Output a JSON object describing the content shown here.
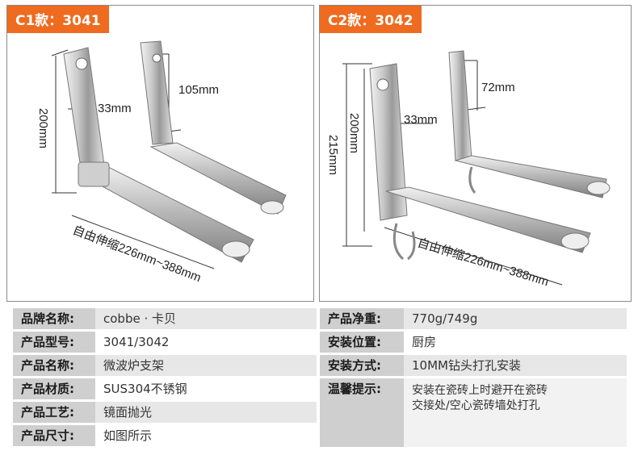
{
  "panels": [
    {
      "tag": "C1款：3041",
      "dims": {
        "height": "200mm",
        "depth": "33mm",
        "hole": "105mm",
        "extend": "自由伸缩226mm~388mm"
      }
    },
    {
      "tag": "C2款：3042",
      "dims": {
        "height_inner": "200mm",
        "height_outer": "215mm",
        "depth": "33mm",
        "hole": "72mm",
        "extend": "自由伸缩226mm~388mm"
      }
    }
  ],
  "specs_left": [
    {
      "label": "品牌名称:",
      "value": "cobbe · 卡贝"
    },
    {
      "label": "产品型号:",
      "value": "3041/3042"
    },
    {
      "label": "产品名称:",
      "value": "微波炉支架"
    },
    {
      "label": "产品材质:",
      "value": "SUS304不锈钢"
    },
    {
      "label": "产品工艺:",
      "value": "镜面抛光"
    },
    {
      "label": "产品尺寸:",
      "value": "如图所示"
    }
  ],
  "specs_right": [
    {
      "label": "产品净重:",
      "value": "770g/749g"
    },
    {
      "label": "安装位置:",
      "value": "厨房"
    },
    {
      "label": "安装方式:",
      "value": "10MM钻头打孔安装"
    },
    {
      "label": "温馨提示:",
      "value_lines": [
        "安装在瓷砖上时避开在瓷砖",
        "交接处/空心瓷砖墙处打孔"
      ]
    }
  ]
}
